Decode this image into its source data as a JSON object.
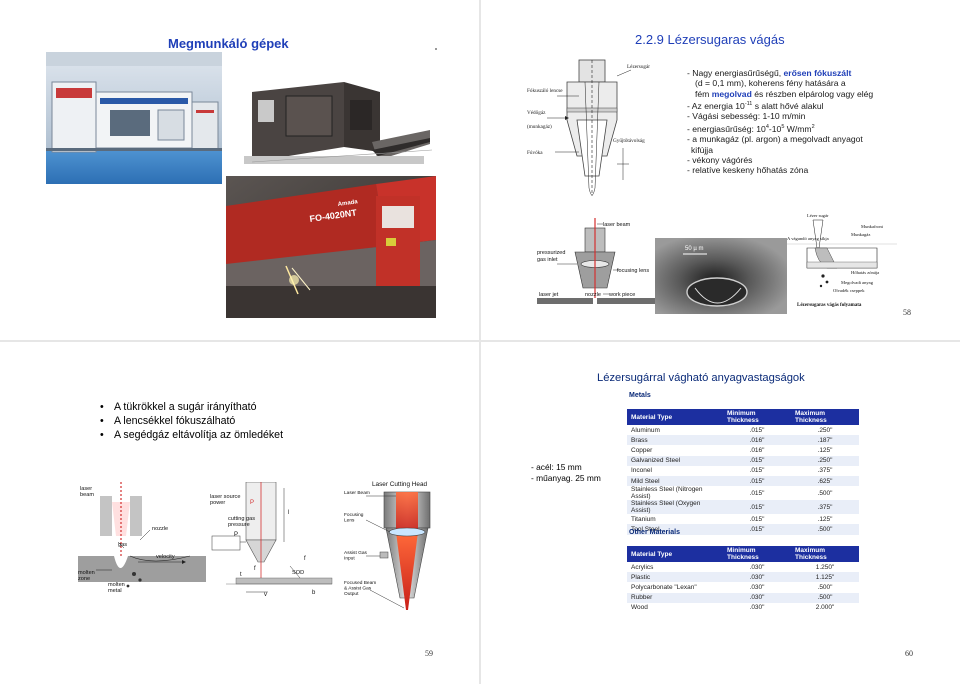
{
  "slide57": {
    "title": "Megmunkáló gépek",
    "machine_brand": "Amada",
    "machine_model": "FO-4020NT"
  },
  "slide58": {
    "title": "2.2.9 Lézersugaras vágás",
    "nozzle_labels": {
      "focusing_lens": "Fókuszáló lencse",
      "protective_gas": "Védőgáz",
      "workpiece": "(munkagáz)",
      "focal_point": "Fúvóka",
      "laser_beam": "Lézersugár",
      "collector": "Gyűjtőtávolság"
    },
    "bullets": [
      {
        "pre": "- Nagy energiasűrűségű, ",
        "emph": "erősen fókuszált",
        "post": ""
      },
      {
        "pre": "(d = 0,1 mm), koherens fény hatására a",
        "emph": "",
        "post": ""
      },
      {
        "pre": "fém ",
        "emph": "megolvad",
        "post": " és részben elpárolog vagy elég"
      },
      {
        "pre": "- Az energia 10",
        "sup": "-11",
        "post": " s alatt hővé alakul"
      },
      {
        "pre": "- Vágási sebesség: 1-10 m/min",
        "emph": "",
        "post": ""
      },
      {
        "pre": "- energiasűrűség: 10",
        "sup": "4",
        "mid": "-10",
        "sup2": "5",
        "post": " W/mm",
        "sup3": "2"
      },
      {
        "pre": "- a munkagáz (pl. argon) a megolvadt anyagot",
        "emph": "",
        "post": ""
      },
      {
        "pre": " kifújja",
        "emph": "",
        "post": ""
      },
      {
        "pre": "- vékony vágórés",
        "emph": "",
        "post": ""
      },
      {
        "pre": "- relatíve keskeny hőhatás zóna",
        "emph": "",
        "post": ""
      }
    ],
    "cut_labels": {
      "laser_beam": "laser beam",
      "pressurized": "pressurized",
      "gas_inlet": "gas inlet",
      "focusing_lens": "focusing lens",
      "laser_jet": "laser jet",
      "nozzle": "nozzle",
      "work_piece": "work piece"
    },
    "micro_scale": "50 µ m",
    "process_labels": {
      "laser_beam": "Lézer sugár",
      "cut_material": "A vágandó anyag síkja",
      "work_gas": "Munkagáz",
      "cutting_edge": "Munkafront",
      "molten_zone": "Hőhatás zónája",
      "molten_mat": "Megolvadt anyag",
      "slag": "Olvadék cseppek",
      "caption": "Lézersugaras vágás folyamata"
    },
    "page_number": "58"
  },
  "slide59": {
    "bullets": [
      "A tükrökkel a sugár irányítható",
      "A lencsékkel fókuszálható",
      "A segédgáz eltávolítja az ömledéket"
    ],
    "diagram_labels": {
      "laser_beam": "laser\nbeam",
      "nozzle": "nozzle",
      "gas": "gas",
      "velocity": "velocity",
      "molten_zone": "molten\nzone",
      "molten_metal": "molten\nmetal",
      "laser_source_power": "laser source\npower",
      "p": "P",
      "cutting_gas_pressure": "cutting gas\npressure",
      "p2": "P",
      "l": "l",
      "f": "f",
      "sod": "SOD",
      "t": "t",
      "fs": "f",
      "v": "v",
      "b": "b"
    },
    "head_labels": {
      "title": "Laser Cutting Head",
      "laser_beam": "Laser Beam",
      "focusing_lens": "Focusing\nLens",
      "assist_gas": "Assist Gas\nInput",
      "focused_beam": "Focused Beam\n& Assist Gas\nOutput"
    },
    "page_number": "59"
  },
  "slide60": {
    "title": "Lézersugárral vágható anyagvastagságok",
    "notes": [
      "- acél: 15 mm",
      "- műanyag. 25 mm"
    ],
    "metals_heading": "Metals",
    "other_heading": "Other Materials",
    "columns": [
      "Material Type",
      "Minimum Thickness",
      "Maximum Thickness"
    ],
    "metals": [
      [
        "Aluminum",
        ".015\"",
        ".250\""
      ],
      [
        "Brass",
        ".016\"",
        ".187\""
      ],
      [
        "Copper",
        ".016\"",
        ".125\""
      ],
      [
        "Galvanized Steel",
        ".015\"",
        ".250\""
      ],
      [
        "Inconel",
        ".015\"",
        ".375\""
      ],
      [
        "Mild Steel",
        ".015\"",
        ".625\""
      ],
      [
        "Stainless Steel (Nitrogen Assist)",
        ".015\"",
        ".500\""
      ],
      [
        "Stainless Steel (Oxygen Assist)",
        ".015\"",
        ".375\""
      ],
      [
        "Titanium",
        ".015\"",
        ".125\""
      ],
      [
        "Tool Steel",
        ".015\"",
        ".500\""
      ]
    ],
    "others": [
      [
        "Acrylics",
        ".030\"",
        "1.250\""
      ],
      [
        "Plastic",
        ".030\"",
        "1.125\""
      ],
      [
        "Polycarbonate \"Lexan\"",
        ".030\"",
        ".500\""
      ],
      [
        "Rubber",
        ".030\"",
        ".500\""
      ],
      [
        "Wood",
        ".030\"",
        "2.000\""
      ]
    ],
    "page_number": "60"
  }
}
